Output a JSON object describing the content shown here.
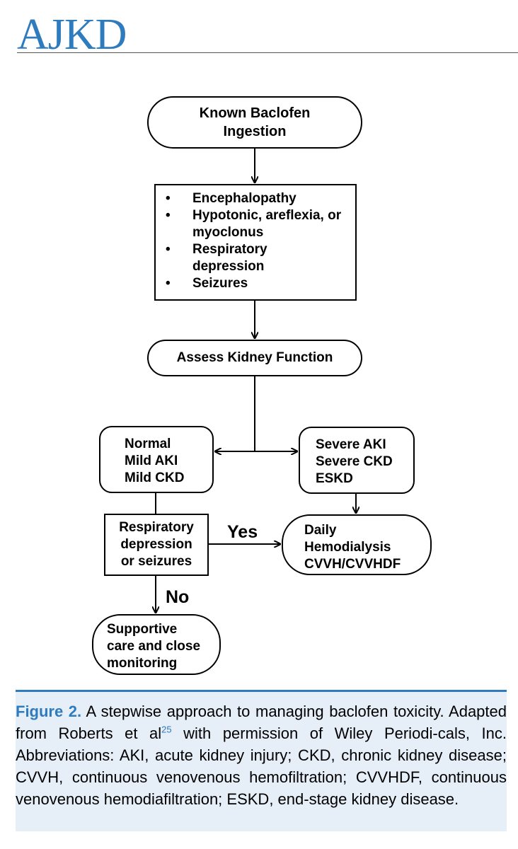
{
  "header": {
    "logo": "AJKD"
  },
  "flowchart": {
    "start": [
      "Known Baclofen",
      "Ingestion"
    ],
    "symptoms": [
      {
        "bullet": "•",
        "lines": [
          "Encephalopathy"
        ]
      },
      {
        "bullet": "•",
        "lines": [
          "Hypotonic, areflexia, or",
          "myoclonus"
        ]
      },
      {
        "bullet": "•",
        "lines": [
          "Respiratory",
          "depression"
        ]
      },
      {
        "bullet": "•",
        "lines": [
          "Seizures"
        ]
      }
    ],
    "assess": "Assess Kidney Function",
    "normal": [
      "Normal",
      "Mild AKI",
      "Mild CKD"
    ],
    "severe": [
      "Severe AKI",
      "Severe CKD",
      "ESKD"
    ],
    "respiratory": [
      "Respiratory",
      "depression",
      "or seizures"
    ],
    "dialysis": [
      "Daily",
      "Hemodialysis",
      "CVVH/CVVHDF"
    ],
    "supportive": [
      "Supportive",
      "care and close",
      "monitoring"
    ],
    "yes_label": "Yes",
    "no_label": "No"
  },
  "caption": {
    "figure_label": "Figure 2.",
    "text_before_ref": " A stepwise approach to managing baclofen toxicity. Adapted from Roberts et al",
    "ref": "25",
    "text_after_ref": " with permission of Wiley Periodi-cals, Inc. Abbreviations: AKI, acute kidney injury; CKD, chronic kidney disease; CVVH, continuous venovenous hemofiltration; CVVHDF, continuous venovenous hemodiafiltration; ESKD, end-stage kidney disease."
  }
}
